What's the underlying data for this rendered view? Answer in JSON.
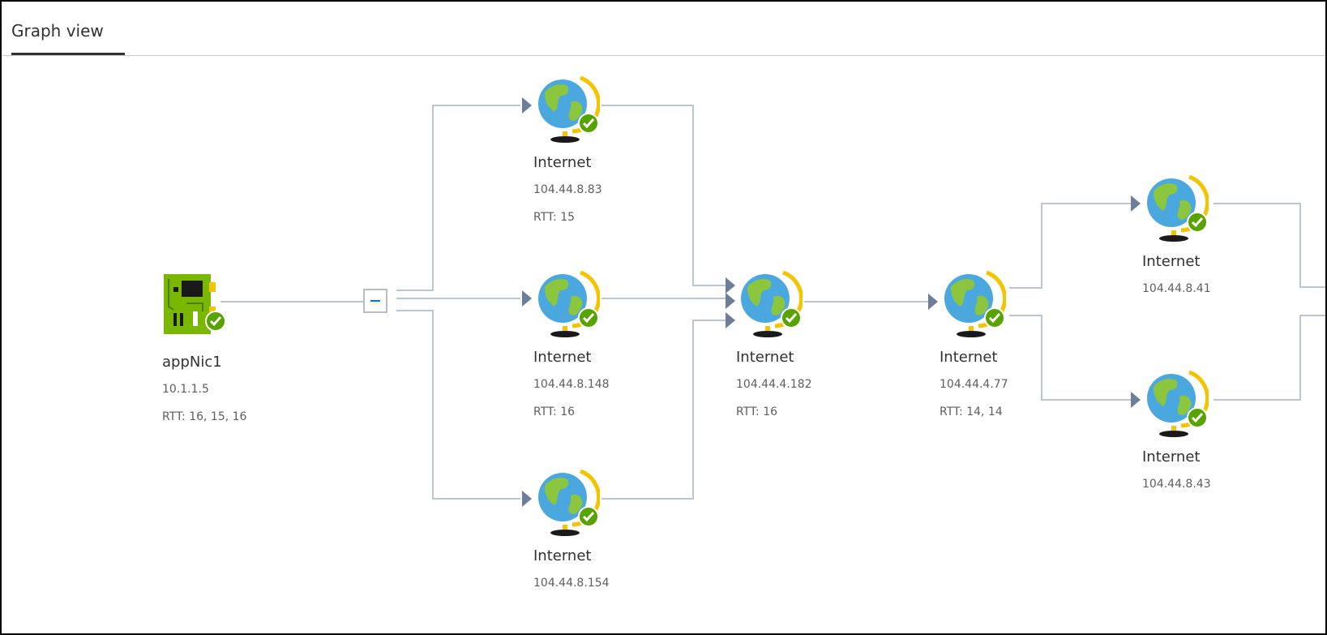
{
  "tabs": [
    {
      "label": "Graph view",
      "selected": true
    }
  ],
  "colors": {
    "edge": "#b8c6d6",
    "arrow": "#6c7e99",
    "ok": "#57a300",
    "globe_ocean": "#4aa8de",
    "globe_land": "#8cc63f",
    "globe_stand": "#f5c400",
    "nic_board": "#7ab800",
    "text": "#323130",
    "muted": "#605e5c",
    "collapse_glyph": "#0078d4"
  },
  "icons": {
    "source": "network-interface-icon",
    "hop": "globe-icon",
    "status": "status-ok-icon",
    "collapse": "collapse-minus-icon"
  },
  "nodes": [
    {
      "id": "appnic1",
      "title": "appNic1",
      "ip": "10.1.1.5",
      "rtt": "RTT: 16, 15, 16",
      "status": "ok"
    },
    {
      "id": "hop-1a",
      "title": "Internet",
      "ip": "104.44.8.83",
      "rtt": "RTT: 15",
      "status": "ok"
    },
    {
      "id": "hop-1b",
      "title": "Internet",
      "ip": "104.44.8.148",
      "rtt": "RTT: 16",
      "status": "ok"
    },
    {
      "id": "hop-1c",
      "title": "Internet",
      "ip": "104.44.8.154",
      "rtt": "",
      "status": "ok"
    },
    {
      "id": "hop-2",
      "title": "Internet",
      "ip": "104.44.4.182",
      "rtt": "RTT: 16",
      "status": "ok"
    },
    {
      "id": "hop-3",
      "title": "Internet",
      "ip": "104.44.4.77",
      "rtt": "RTT: 14, 14",
      "status": "ok"
    },
    {
      "id": "hop-4a",
      "title": "Internet",
      "ip": "104.44.8.41",
      "rtt": "",
      "status": "ok"
    },
    {
      "id": "hop-4b",
      "title": "Internet",
      "ip": "104.44.8.43",
      "rtt": "",
      "status": "ok"
    }
  ],
  "edges": [
    [
      "appnic1",
      "hop-1a"
    ],
    [
      "appnic1",
      "hop-1b"
    ],
    [
      "appnic1",
      "hop-1c"
    ],
    [
      "hop-1a",
      "hop-2"
    ],
    [
      "hop-1b",
      "hop-2"
    ],
    [
      "hop-1c",
      "hop-2"
    ],
    [
      "hop-2",
      "hop-3"
    ],
    [
      "hop-3",
      "hop-4a"
    ],
    [
      "hop-3",
      "hop-4b"
    ]
  ]
}
